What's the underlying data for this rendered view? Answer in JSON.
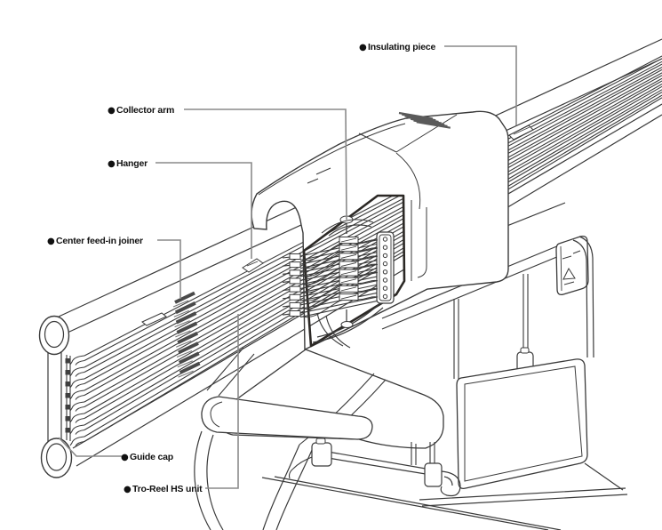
{
  "diagram": {
    "bullet": "●",
    "labels": {
      "insulating_piece": "Insulating piece",
      "collector_arm": "Collector arm",
      "hanger": "Hanger",
      "center_feed_in_joiner": "Center feed-in joiner",
      "guide_cap": "Guide cap",
      "tro_reel_hs_unit": "Tro-Reel HS unit"
    },
    "colors": {
      "background": "#ffffff",
      "line": "#3a3a3a",
      "opening_outline": "#2b2825",
      "leader_line": "#8a8a8a",
      "label_text": "#111111",
      "shade": "#5a5a5a"
    }
  }
}
